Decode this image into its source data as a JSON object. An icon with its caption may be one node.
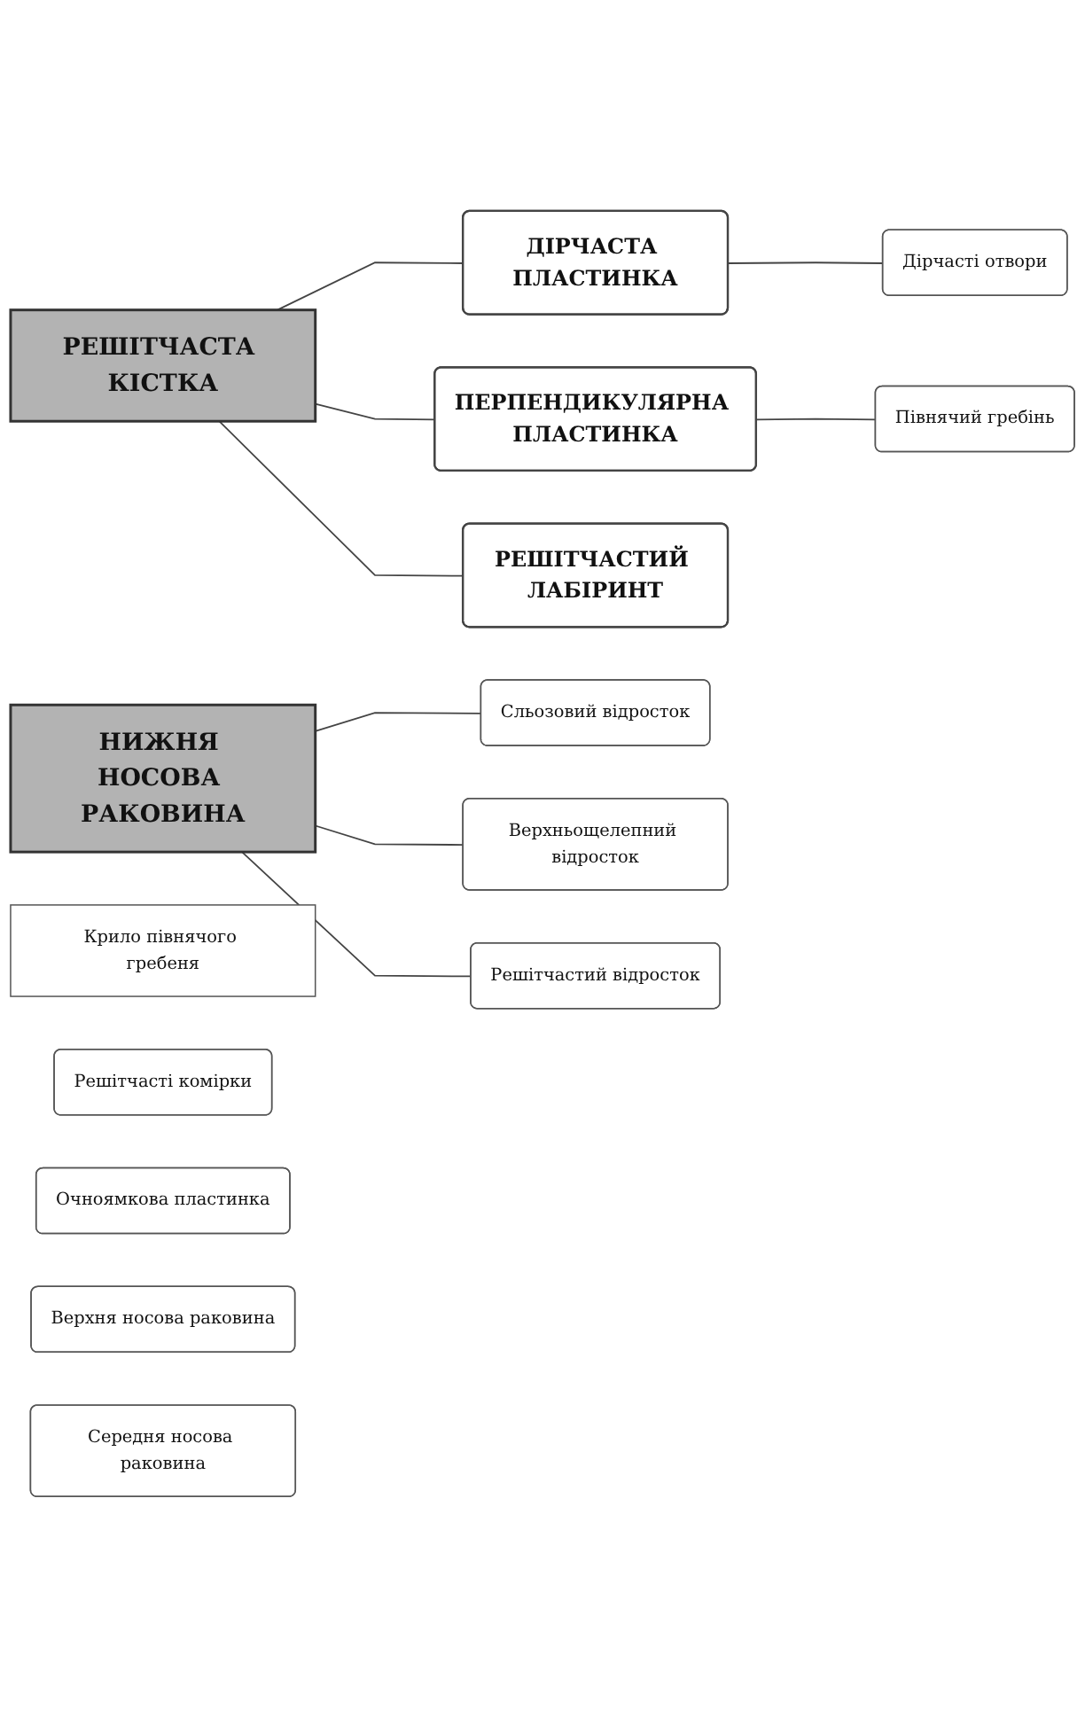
{
  "diagram": {
    "nodes": [
      {
        "text": [
          "РЕШІТЧАСТА КІСТКА"
        ]
      },
      {
        "text": [
          "ДІРЧАСТА ПЛАСТИНКА"
        ]
      },
      {
        "text": [
          "ПЕРПЕНДИКУЛЯРНА ПЛАСТИНКА"
        ]
      },
      {
        "text": [
          "РЕШІТЧАСТИЙ ЛАБІРИНТ"
        ]
      },
      {
        "text": [
          "Дірчасті отвори"
        ]
      },
      {
        "text": [
          "Півнячий гребінь"
        ]
      },
      {
        "text": [
          "Крило півнячого гребеня"
        ]
      },
      {
        "text": [
          "Решітчасті комірки"
        ]
      },
      {
        "text": [
          "Очноямкова пластинка"
        ]
      },
      {
        "text": [
          "Верхня носова раковина"
        ]
      },
      {
        "text": [
          "Середня носова раковина"
        ]
      },
      {
        "text": [
          "НИЖНЯ НОСОВА РАКОВИНА"
        ]
      },
      {
        "text": [
          "Сльозовий відросток"
        ]
      },
      {
        "text": [
          "Верхньощелепний відросток"
        ]
      },
      {
        "text": [
          "Решітчастий відросток"
        ]
      }
    ],
    "edges": [
      {
        "from": 0,
        "to": 1,
        "arrow": "none"
      },
      {
        "from": 0,
        "to": 2,
        "arrow": "none"
      },
      {
        "from": 0,
        "to": 3,
        "arrow": "none"
      },
      {
        "from": 1,
        "to": 4,
        "arrow": "none"
      },
      {
        "from": 2,
        "to": 5,
        "arrow": "none"
      },
      {
        "from": 11,
        "to": 12,
        "arrow": "none"
      },
      {
        "from": 11,
        "to": 13,
        "arrow": "none"
      },
      {
        "from": 11,
        "to": 14,
        "arrow": "none"
      }
    ]
  }
}
